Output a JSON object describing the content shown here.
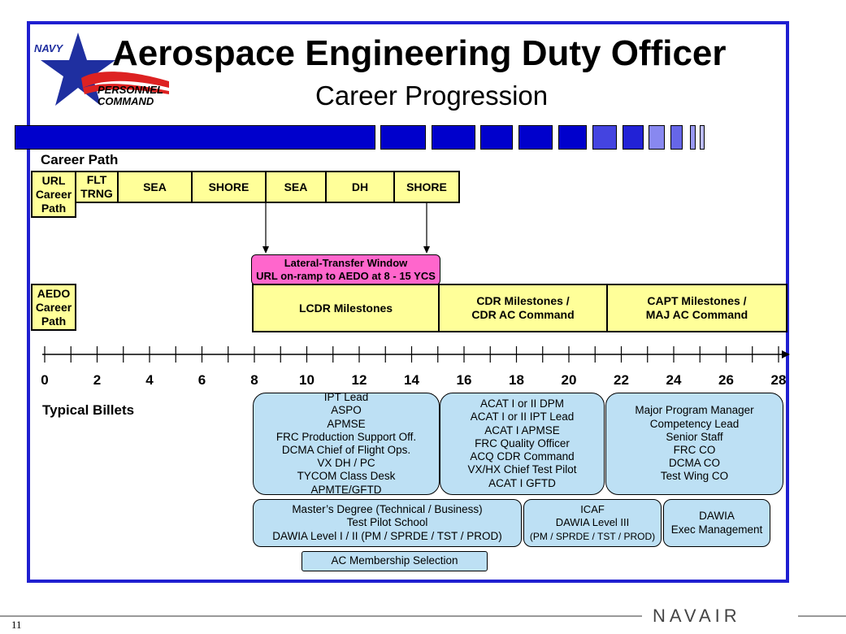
{
  "title": "Aerospace Engineering Duty Officer",
  "subtitle": "Career Progression",
  "logo": {
    "top_text": "NAVY",
    "line1": "PERSONNEL",
    "line2": "COMMAND",
    "icon": "navy-star-icon"
  },
  "career_path_label": "Career Path",
  "career_path": {
    "url_box": "URL Career Path",
    "segments": [
      "FLT TRNG",
      "SEA",
      "SHORE",
      "SEA",
      "DH",
      "SHORE"
    ]
  },
  "lateral_transfer": {
    "line1": "Lateral-Transfer Window",
    "line2": "URL on-ramp to AEDO at 8 - 15 YCS"
  },
  "aedo_path": {
    "aedo_box": "AEDO Career Path",
    "lcdr": "LCDR Milestones",
    "cdr_line1": "CDR Milestones /",
    "cdr_line2": "CDR AC Command",
    "capt_line1": "CAPT Milestones /",
    "capt_line2": "MAJ AC Command"
  },
  "timeline": {
    "labels": [
      "0",
      "2",
      "4",
      "6",
      "8",
      "10",
      "12",
      "14",
      "16",
      "18",
      "20",
      "22",
      "24",
      "26",
      "28"
    ]
  },
  "typical_billets_label": "Typical Billets",
  "billets": {
    "lcdr": [
      "IPT Lead",
      "ASPO",
      "APMSE",
      "FRC Production Support Off.",
      "DCMA Chief of Flight Ops.",
      "VX DH / PC",
      "TYCOM Class Desk",
      "APMTE/GFTD"
    ],
    "cdr": [
      "ACAT I or II DPM",
      "ACAT I or II IPT Lead",
      "ACAT I APMSE",
      "FRC Quality Officer",
      "ACQ CDR Command",
      "VX/HX Chief Test Pilot",
      "ACAT I GFTD"
    ],
    "capt": [
      "Major Program Manager",
      "Competency Lead",
      "Senior Staff",
      "FRC CO",
      "DCMA CO",
      "Test Wing CO"
    ],
    "education1": [
      "Master’s Degree (Technical / Business)",
      "Test Pilot School",
      "DAWIA Level I / II (PM / SPRDE / TST / PROD)"
    ],
    "education2": [
      "ICAF",
      "DAWIA Level III",
      "(PM / SPRDE / TST / PROD)"
    ],
    "education3": [
      "DAWIA",
      "Exec Management"
    ],
    "membership": "AC Membership Selection"
  },
  "footer": {
    "page_number": "11",
    "brand": "NAVAIR"
  },
  "colors": {
    "frame": "#1f1fd0",
    "bar": "#0000cc",
    "yellow": "#ffff99",
    "pink": "#ff66cc",
    "billet": "#bde0f4"
  }
}
